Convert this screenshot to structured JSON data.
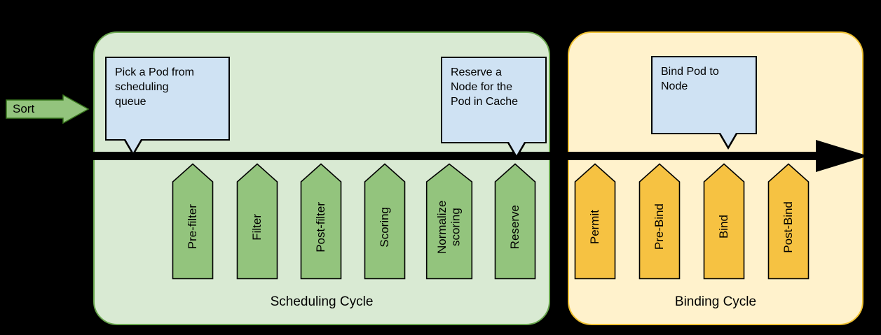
{
  "colors": {
    "background": "#000000",
    "scheduling_fill": "#d9ead3",
    "scheduling_border": "#6aa84f",
    "binding_fill": "#fff2cc",
    "binding_border": "#f1c232",
    "green_stage_fill": "#93c47d",
    "yellow_stage_fill": "#f6c242",
    "callout_fill": "#cfe2f3",
    "timeline_color": "#000000"
  },
  "sort": {
    "label": "Sort"
  },
  "scheduling_cycle": {
    "label": "Scheduling Cycle",
    "callout_pick": "Pick a Pod from\nscheduling\nqueue",
    "callout_reserve": "Reserve a\nNode for the\nPod in Cache",
    "stages": [
      "Pre-filter",
      "Filter",
      "Post-filter",
      "Scoring",
      "Normalize scoring",
      "Reserve"
    ]
  },
  "binding_cycle": {
    "label": "Binding Cycle",
    "callout_bind": "Bind Pod to\nNode",
    "stages": [
      "Permit",
      "Pre-Bind",
      "Bind",
      "Post-Bind"
    ]
  }
}
